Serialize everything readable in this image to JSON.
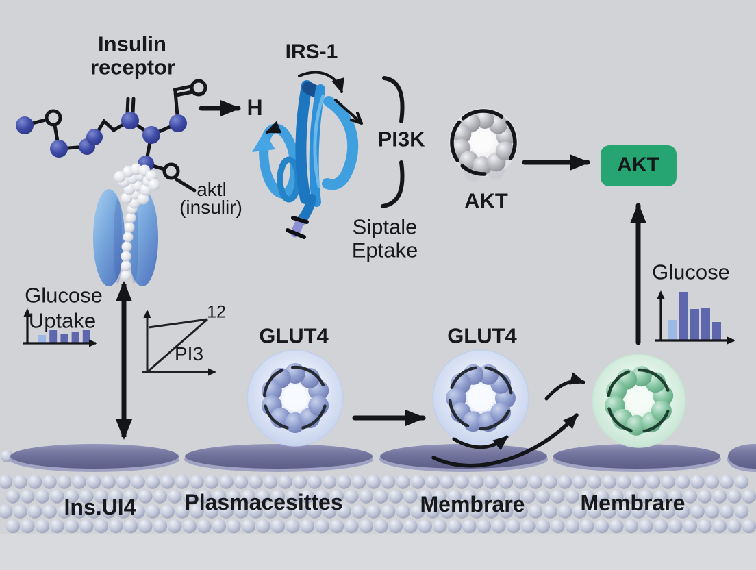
{
  "colors": {
    "background": "#d2d3d7",
    "accent_green": "#26a572",
    "bar_light_blue": "#9cb9e6",
    "bar_dark_blue": "#5e66ae",
    "membrane_purple": "#6b6d97",
    "vesicle_blue": "#8091c7",
    "vesicle_green": "#7fc29b",
    "ribbon_blue": "#2383cb",
    "molecule_blue": "#3b4aa0"
  },
  "labels": {
    "insulin_receptor_line1": "Insulin",
    "insulin_receptor_line2": "receptor",
    "irs1": "IRS-1",
    "h_residue": "H",
    "pi3k": "PI3K",
    "aktl_line1": "aktl",
    "aktl_line2": "(insulir)",
    "uptake_note_line1": "Siptale",
    "uptake_note_line2": "Eptake",
    "akt_cluster": "AKT",
    "akt_box": "AKT",
    "glut4_left": "GLUT4",
    "glut4_right": "GLUT4",
    "membrane_1": "Ins.UI4",
    "membrane_2": "Plasmacesittes",
    "membrane_3": "Membrare",
    "membrane_4": "Membrare"
  },
  "chart_data": [
    {
      "type": "bar",
      "title_line1": "Glucose",
      "title_line2": "Uptake",
      "values": [
        12,
        20,
        14,
        17,
        19
      ],
      "bar_colors": [
        "light",
        "dark",
        "dark",
        "dark",
        "dark"
      ],
      "axes": "L-shape with arrowheads, no ticks"
    },
    {
      "type": "line",
      "annotation_top": "12",
      "annotation_line": "PI3",
      "description": "diagonal line from origin to peak labeled 12, second line from peak back to y-axis, label PI3 under diagonal"
    },
    {
      "type": "bar",
      "title": "Glucose",
      "values": [
        30,
        71,
        46,
        47,
        27
      ],
      "bar_colors": [
        "light",
        "dark",
        "dark",
        "dark",
        "dark"
      ],
      "axes": "L-shape with arrowheads, no ticks"
    }
  ]
}
